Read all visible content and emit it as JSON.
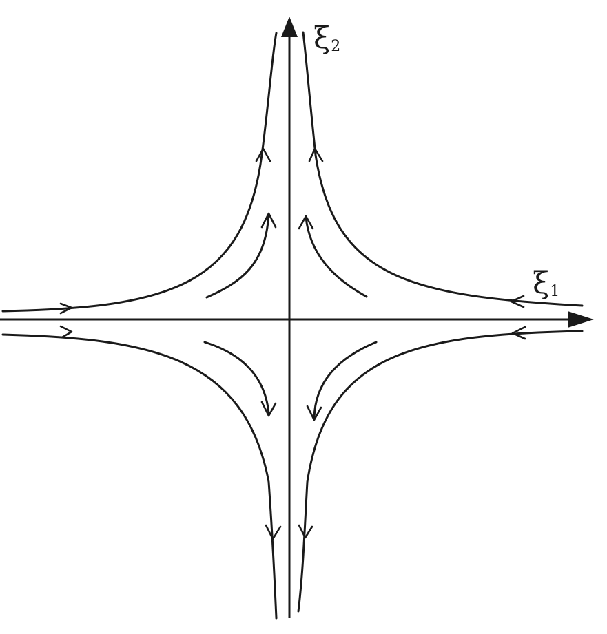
{
  "diagram": {
    "type": "phase-portrait-saddle",
    "axes": {
      "horizontal": {
        "symbol": "ξ",
        "subscript": "1"
      },
      "vertical": {
        "symbol": "ξ",
        "subscript": "2"
      }
    },
    "stroke_color": "#1a1a1a",
    "background": "#ffffff"
  }
}
